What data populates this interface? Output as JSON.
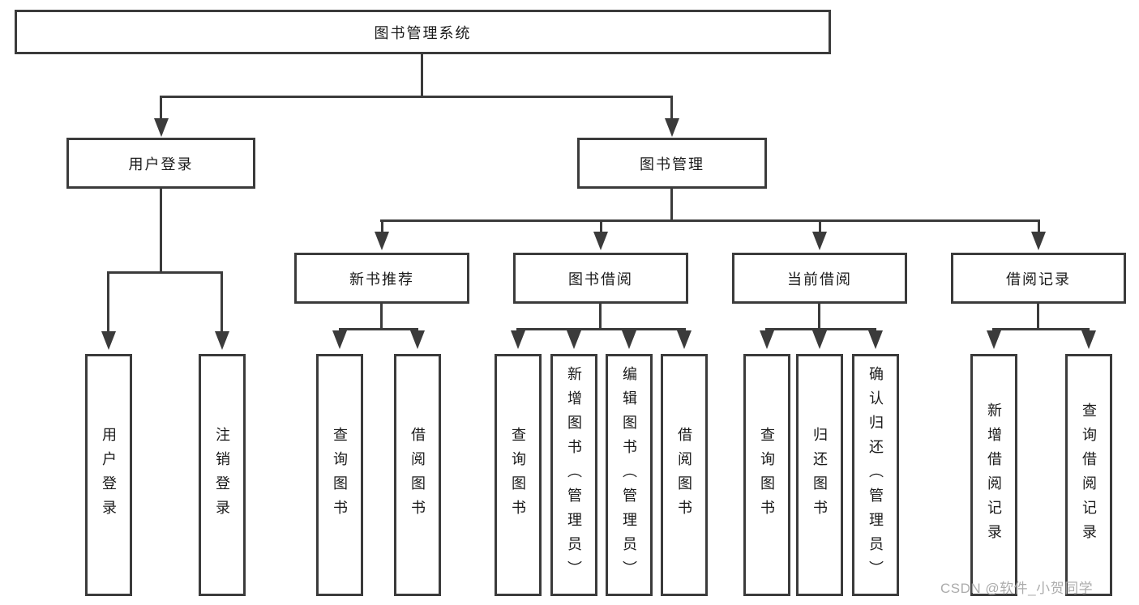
{
  "diagram": {
    "title_node": "图书管理系统",
    "level2": {
      "user_login": "用户登录",
      "book_management": "图书管理"
    },
    "level3": {
      "new_book": "新书推荐",
      "book_borrow": "图书借阅",
      "current_borrow": "当前借阅",
      "borrow_record": "借阅记录"
    },
    "leaves": {
      "user_login": [
        "用户登录",
        "注销登录"
      ],
      "new_book": [
        "查询图书",
        "借阅图书"
      ],
      "book_borrow": [
        "查询图书",
        "新增图书（管理员）",
        "编辑图书（管理员）",
        "借阅图书"
      ],
      "current_borrow": [
        "查询图书",
        "归还图书",
        "确认归还（管理员）"
      ],
      "borrow_record": [
        "新增借阅记录",
        "查询借阅记录"
      ]
    }
  },
  "watermark": "CSDN @软件_小贺同学",
  "colors": {
    "line": "#3b3b3b",
    "text": "#1a1a1a",
    "watermark": "#ababab",
    "background": "#ffffff"
  }
}
